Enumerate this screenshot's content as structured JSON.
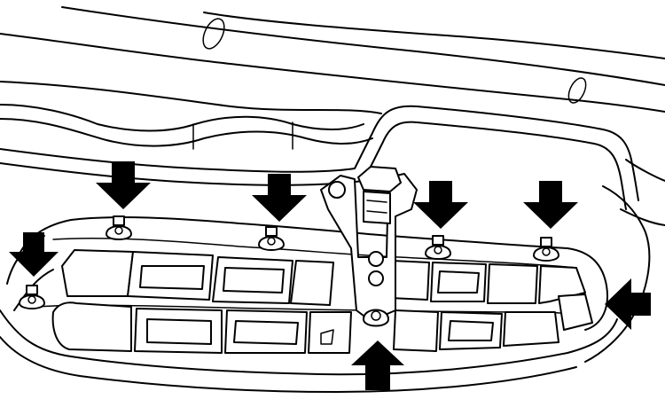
{
  "figure": {
    "subject": "grille-mounting-clips",
    "arrow_color": "#000000",
    "line_color": "#000000",
    "background": "#ffffff"
  },
  "arrows": [
    {
      "id": "arrow-left-clip",
      "direction": "down"
    },
    {
      "id": "arrow-clip-2",
      "direction": "down"
    },
    {
      "id": "arrow-clip-3",
      "direction": "down"
    },
    {
      "id": "arrow-clip-4",
      "direction": "down"
    },
    {
      "id": "arrow-clip-5",
      "direction": "down"
    },
    {
      "id": "arrow-right-edge",
      "direction": "left"
    },
    {
      "id": "arrow-center-bottom",
      "direction": "up"
    }
  ]
}
